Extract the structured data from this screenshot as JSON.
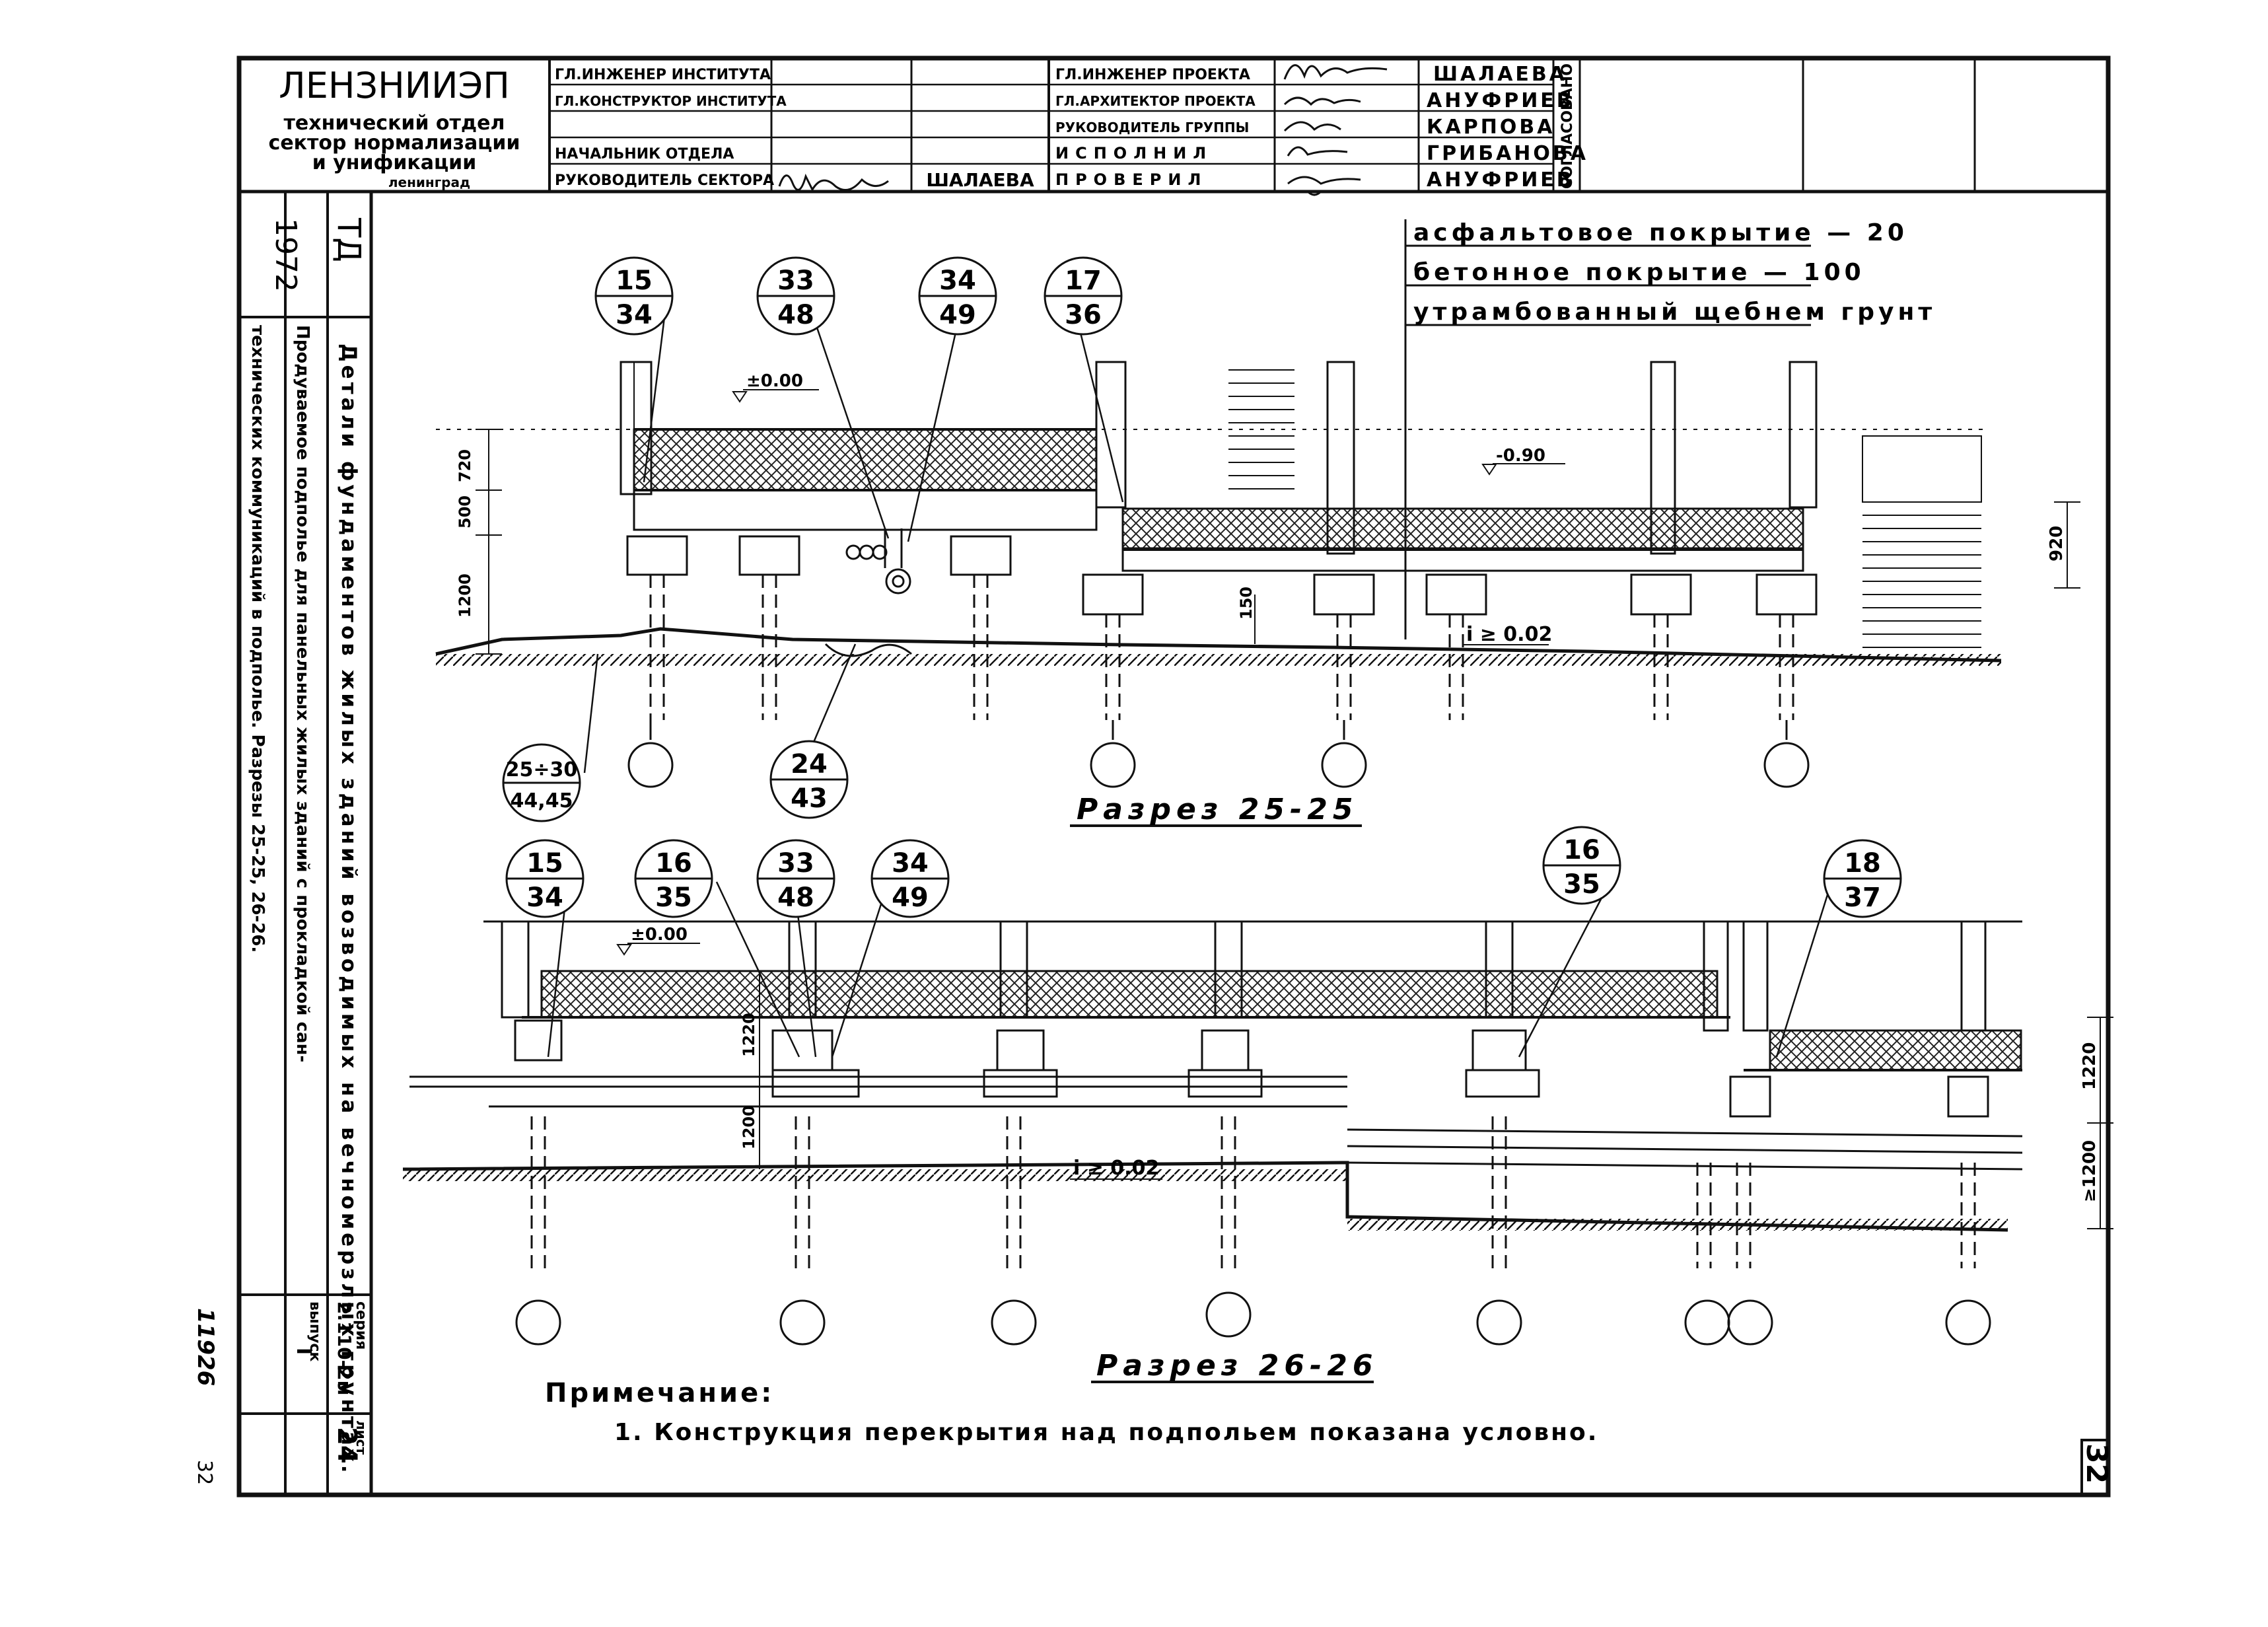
{
  "org": {
    "name": "ЛЕНЗНИИЭП",
    "line1": "технический отдел",
    "line2": "сектор нормализации",
    "line3": "и     унификации",
    "city": "ленинград"
  },
  "title_block": {
    "left_roles": [
      "ГЛ.ИНЖЕНЕР ИНСТИТУТА",
      "ГЛ.КОНСТРУКТОР ИНСТИТУТА",
      "",
      "НАЧАЛЬНИК ОТДЕЛА",
      "РУКОВОДИТЕЛЬ СЕКТОРА"
    ],
    "left_last_name": "ШАЛАЕВА",
    "right_roles": [
      "ГЛ.ИНЖЕНЕР ПРОЕКТА",
      "ГЛ.АРХИТЕКТОР ПРОЕКТА",
      "РУКОВОДИТЕЛЬ ГРУППЫ",
      "ИСПОЛНИЛ",
      "ПРОВЕРИЛ"
    ],
    "right_names": [
      "ШАЛАЕВА",
      "АНУФРИЕВ",
      "КАРПОВА",
      "ГРИБАНОВА",
      "АНУФРИЕВ"
    ],
    "agreed": "СОГЛАСОВАНО"
  },
  "side_strip": {
    "year": "1972",
    "td": "ТД",
    "title": "Детали фундаментов жилых зданий возводимых на вечномерзлых грунтах.",
    "desc_1": "Продуваемое подполье для панельных жилых зданий с прокладкой сан-",
    "desc_2": "технических коммуникаций в подполье. Разрезы 25-25, 26-26.",
    "series_label": "серия",
    "series_value": "2.110-2м",
    "issue_label": "выпуск",
    "issue_value": "I",
    "sheet_label": "лист",
    "sheet_value": "24"
  },
  "margin": {
    "inv": "11926",
    "page": "32"
  },
  "layers": {
    "asphalt": "асфальтовое покрытие — 20",
    "concrete": "бетонное покрытие  — 100",
    "soil": "утрамбованный щебнем грунт"
  },
  "section_25": {
    "caption": "Разрез  25-25",
    "callouts": [
      {
        "top": "15",
        "bot": "34"
      },
      {
        "top": "33",
        "bot": "48"
      },
      {
        "top": "34",
        "bot": "49"
      },
      {
        "top": "17",
        "bot": "36"
      },
      {
        "top": "25÷30",
        "bot": "44,45"
      },
      {
        "top": "24",
        "bot": "43"
      }
    ],
    "marks": {
      "level_0": "±0.00",
      "level_m090": "-0.90",
      "slope": "i ≥ 0.02"
    },
    "dims": {
      "d720": "720",
      "d500": "500",
      "d1200": "1200",
      "d150": "150",
      "d920": "920"
    }
  },
  "section_26": {
    "caption": "Разрез  26-26",
    "callouts": [
      {
        "top": "15",
        "bot": "34"
      },
      {
        "top": "16",
        "bot": "35"
      },
      {
        "top": "33",
        "bot": "48"
      },
      {
        "top": "34",
        "bot": "49"
      },
      {
        "top": "16",
        "bot": "35"
      },
      {
        "top": "18",
        "bot": "37"
      }
    ],
    "marks": {
      "level_0": "±0.00",
      "slope": "i ≥ 0.02"
    },
    "dims": {
      "d1220a": "1220",
      "d1200a": "1200",
      "d1220b": "1220",
      "d1200b": "≥1200"
    }
  },
  "note": {
    "heading": "Примечание:",
    "item": "1.  Конструкция перекрытия над подпольем показана условно."
  },
  "sheet_number": "32"
}
